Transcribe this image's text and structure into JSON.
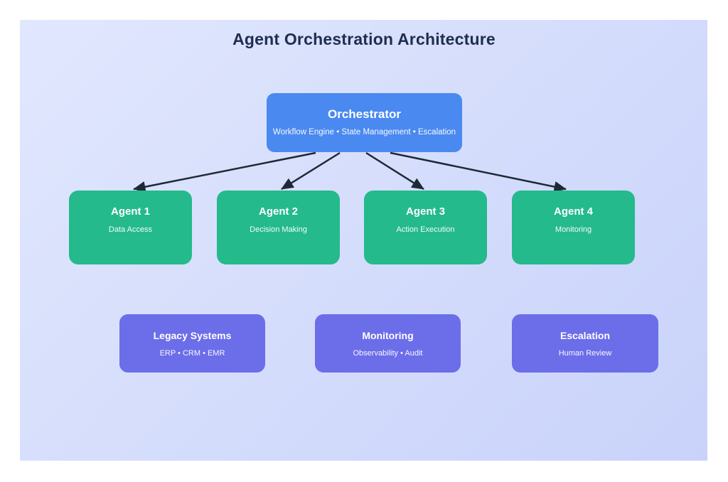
{
  "title": "Agent Orchestration Architecture",
  "colors": {
    "panel_top": "#e1e7fd",
    "panel_bottom": "#c9d3fa",
    "orchestrator": "#4a89f0",
    "agent": "#24ba8b",
    "system": "#6b6ee8",
    "arrow": "#1e2936",
    "title_text": "#1f2d50",
    "node_text": "#ffffff"
  },
  "diagram": {
    "orchestrator": {
      "label": "Orchestrator",
      "sublabel": "Workflow Engine • State Management • Escalation"
    },
    "agents": [
      {
        "label": "Agent 1",
        "sublabel": "Data Access"
      },
      {
        "label": "Agent 2",
        "sublabel": "Decision Making"
      },
      {
        "label": "Agent 3",
        "sublabel": "Action Execution"
      },
      {
        "label": "Agent 4",
        "sublabel": "Monitoring"
      }
    ],
    "systems": [
      {
        "label": "Legacy Systems",
        "sublabel": "ERP • CRM • EMR"
      },
      {
        "label": "Monitoring",
        "sublabel": "Observability • Audit"
      },
      {
        "label": "Escalation",
        "sublabel": "Human Review"
      }
    ],
    "edges": [
      {
        "from": "orchestrator",
        "to": "agent-1"
      },
      {
        "from": "orchestrator",
        "to": "agent-2"
      },
      {
        "from": "orchestrator",
        "to": "agent-3"
      },
      {
        "from": "orchestrator",
        "to": "agent-4"
      }
    ]
  }
}
